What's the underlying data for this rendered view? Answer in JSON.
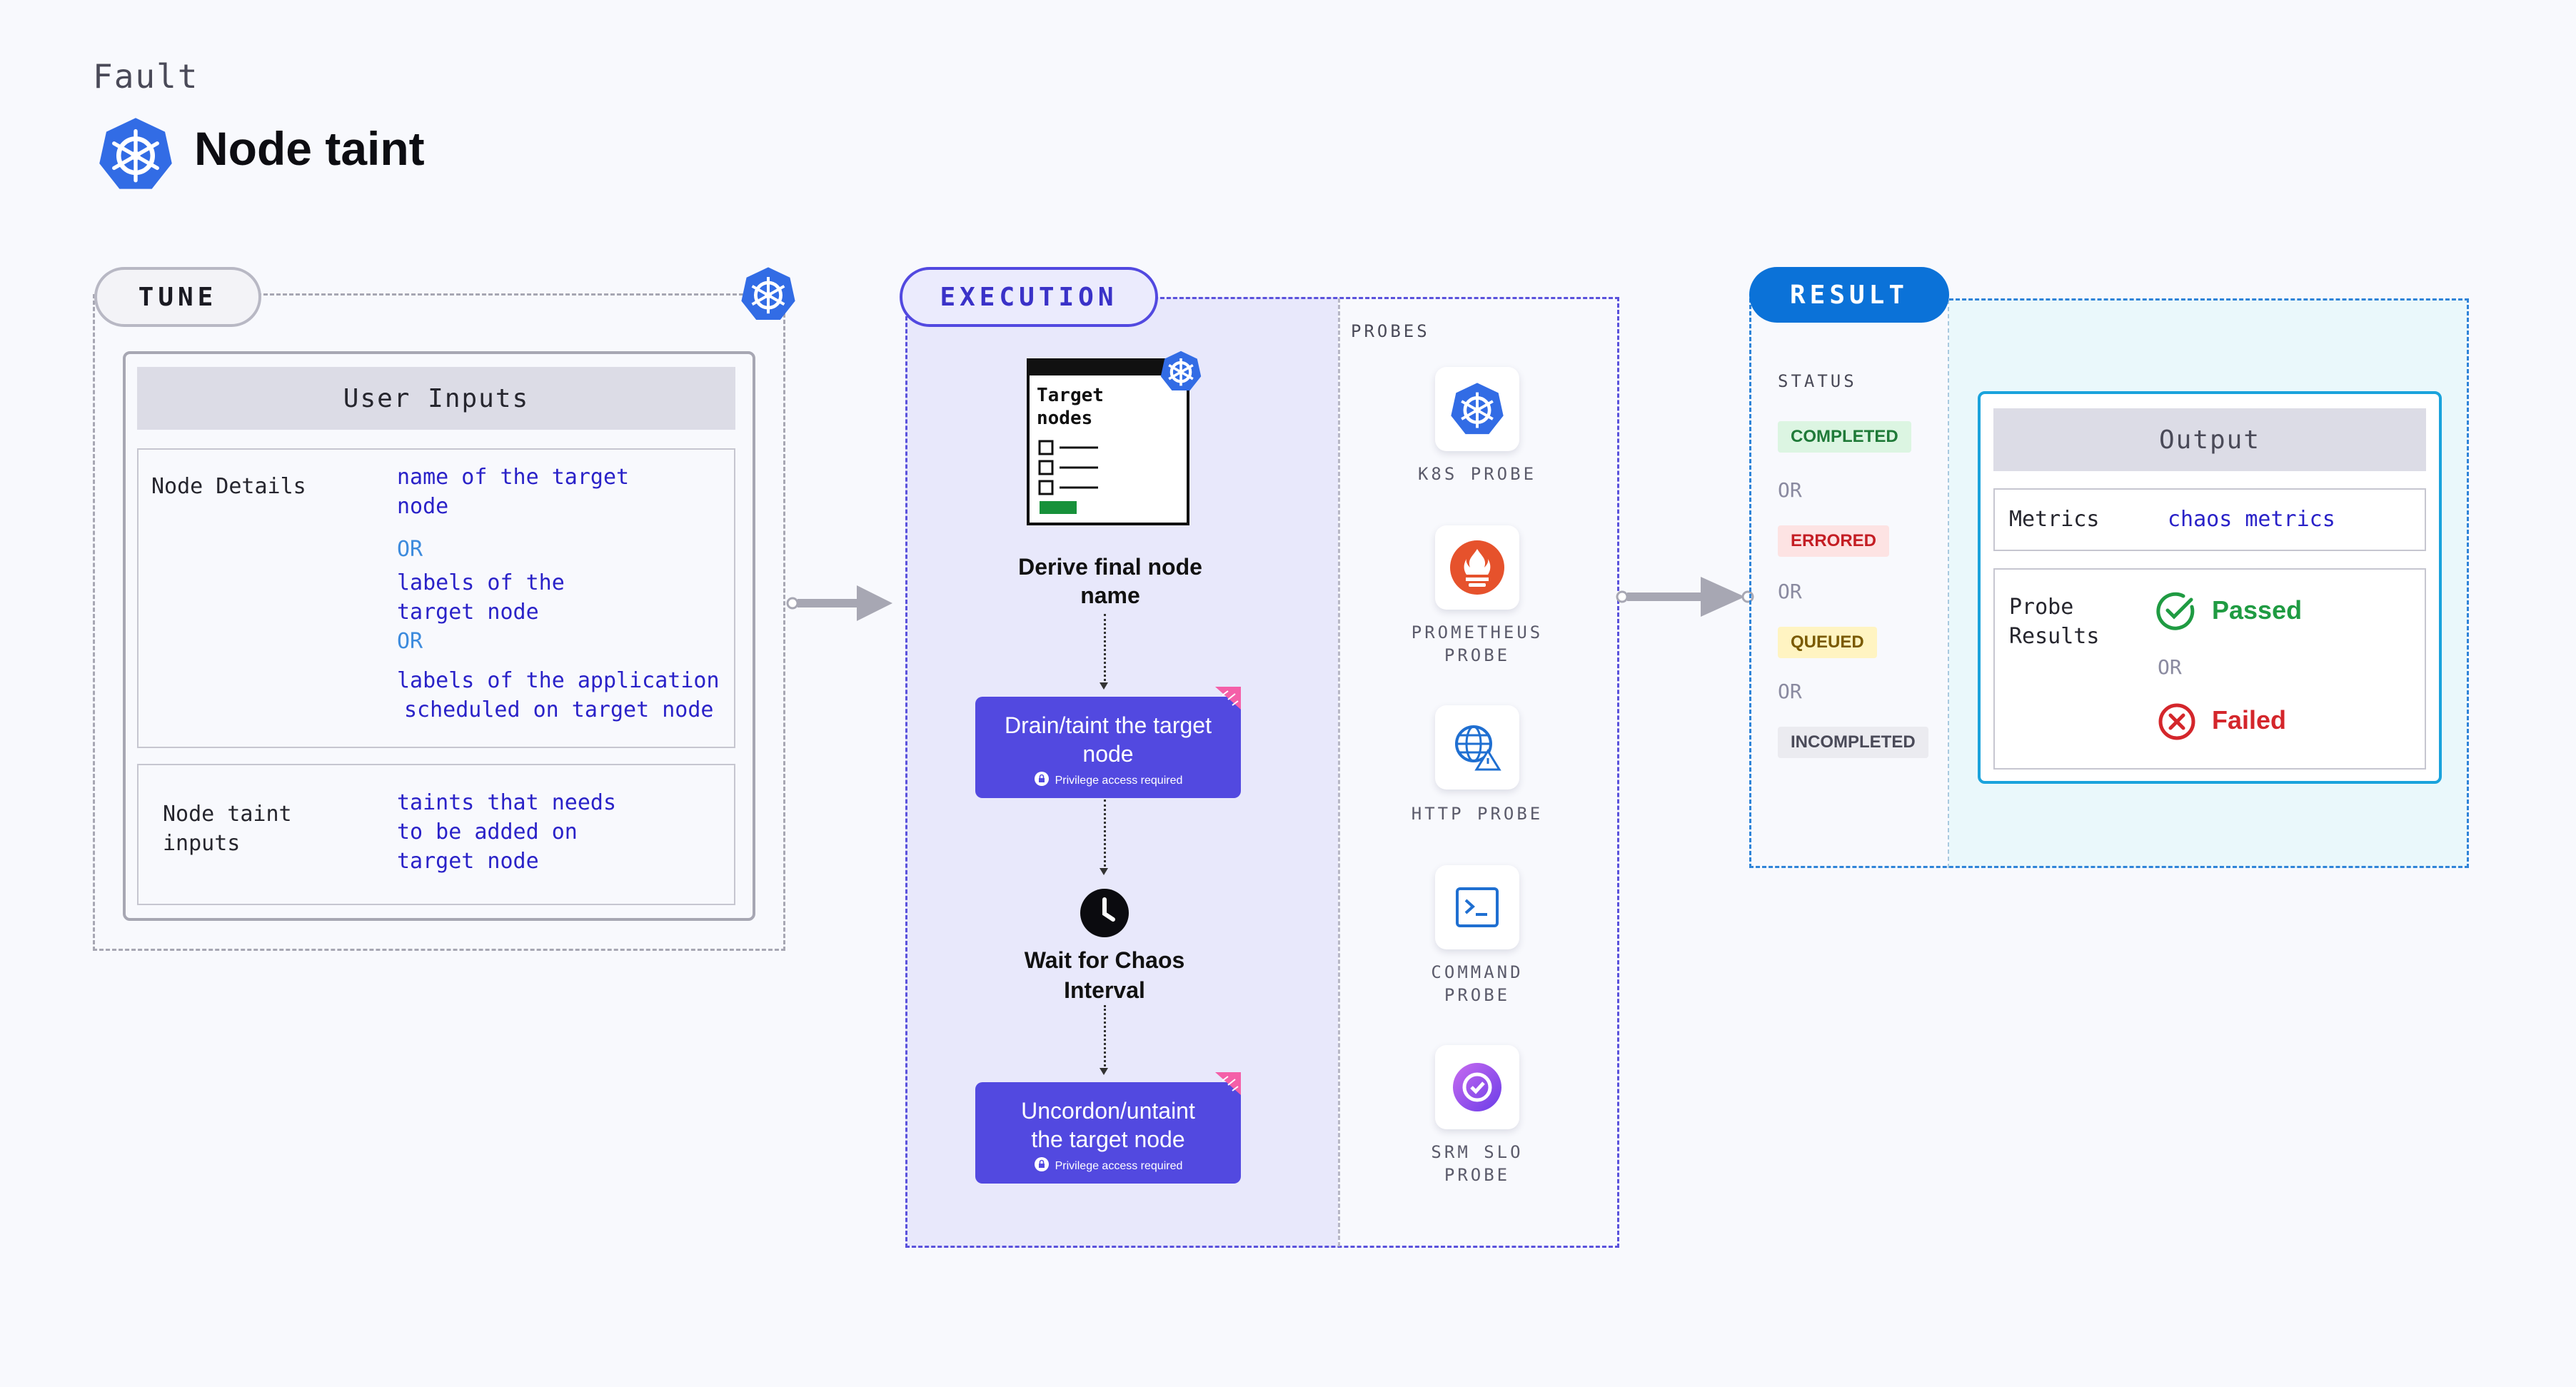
{
  "header": {
    "kicker": "Fault",
    "title": "Node taint"
  },
  "tune": {
    "label": "TUNE",
    "user_inputs": "User Inputs",
    "node_details_label": "Node Details",
    "node_details_values": [
      "name of the target",
      "node",
      "OR",
      "labels of the",
      "target node",
      "OR",
      "labels of the application",
      "scheduled on target node"
    ],
    "node_taint_label": [
      "Node taint",
      "inputs"
    ],
    "node_taint_values": [
      "taints that needs",
      "to be added on",
      "target node"
    ]
  },
  "execution": {
    "label": "EXECUTION",
    "target_card": [
      "Target",
      "nodes"
    ],
    "derive_step": [
      "Derive final node",
      "name"
    ],
    "drain_step": [
      "Drain/taint the target",
      "node"
    ],
    "privilege_text": "Privilege access required",
    "wait_step": [
      "Wait for Chaos",
      "Interval"
    ],
    "uncordon_step": [
      "Uncordon/untaint",
      "the target node"
    ]
  },
  "probes": {
    "heading": "PROBES",
    "items": [
      {
        "name": [
          "K8S PROBE"
        ],
        "icon": "k8s-icon"
      },
      {
        "name": [
          "PROMETHEUS",
          "PROBE"
        ],
        "icon": "prometheus-icon"
      },
      {
        "name": [
          "HTTP PROBE"
        ],
        "icon": "http-icon"
      },
      {
        "name": [
          "COMMAND",
          "PROBE"
        ],
        "icon": "command-icon"
      },
      {
        "name": [
          "SRM SLO",
          "PROBE"
        ],
        "icon": "srm-slo-icon"
      }
    ]
  },
  "result": {
    "label": "RESULT",
    "status_heading": "STATUS",
    "statuses": [
      "COMPLETED",
      "ERRORED",
      "QUEUED",
      "INCOMPLETED"
    ],
    "or_text": "OR",
    "output_heading": "Output",
    "metrics_label": "Metrics",
    "metrics_value": "chaos metrics",
    "probe_results_label": [
      "Probe",
      "Results"
    ],
    "passed": "Passed",
    "failed": "Failed"
  },
  "colors": {
    "accent_blue": "#2a22c8",
    "step_purple": "#5249e0",
    "k8s_blue": "#326ce5",
    "result_blue": "#0b72d8",
    "completed": "#1f9b42",
    "errored": "#d4262b",
    "queued": "#8a6a00",
    "passed": "#1f9b42",
    "failed": "#d4262b"
  }
}
